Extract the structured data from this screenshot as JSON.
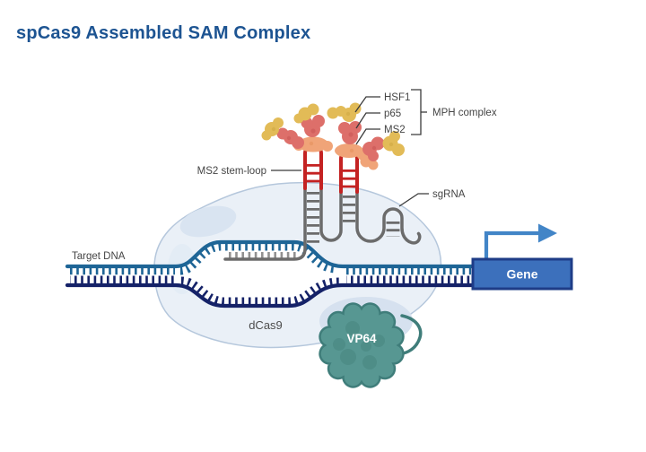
{
  "title": "spCas9 Assembled SAM Complex",
  "diagram": {
    "labels": {
      "hsf1": "HSF1",
      "p65": "p65",
      "ms2": "MS2",
      "mph_complex": "MPH complex",
      "ms2_stem_loop": "MS2 stem-loop",
      "sgrna": "sgRNA",
      "target_dna": "Target DNA",
      "dcas9": "dCas9",
      "vp64": "VP64",
      "gene": "Gene"
    },
    "colors": {
      "title_blue": "#1d5492",
      "dna_top_strand": "#1e6596",
      "dna_bottom_strand": "#152268",
      "ms2_stem_loop_red": "#c42222",
      "sgrna_gray": "#6b6b6b",
      "dcas9_fill": "#eaf0f7",
      "dcas9_stroke": "#b5c7dc",
      "vp64_teal": "#579792",
      "vp64_stroke": "#3f7d7a",
      "gene_box_fill": "#3c70bc",
      "gene_box_stroke": "#1e3c87",
      "promoter_arrow": "#4285c7",
      "hsf1_yellow": "#e2bb57",
      "p65_salmon": "#dd6f6a",
      "ms2_orange": "#f0a478",
      "label_text": "#454545"
    }
  }
}
